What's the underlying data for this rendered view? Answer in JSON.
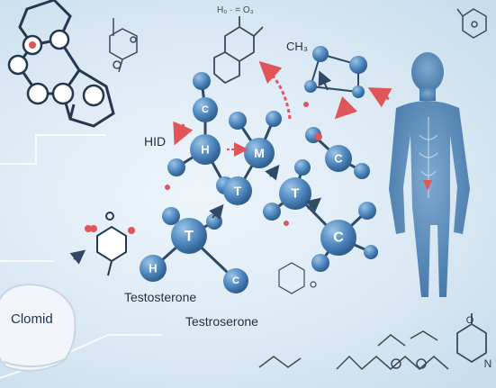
{
  "labels": {
    "testosterone": "Testosterone",
    "testroserone": "Testroserone",
    "hid": "HID",
    "ch3": "CH₃",
    "h0": "H₀ · = O₃",
    "clomid": "Clomid"
  },
  "atoms": {
    "c_top": "C",
    "h_mid": "H",
    "m": "M",
    "t_center": "T",
    "t_right": "T",
    "c_right": "C",
    "t_bottom": "T",
    "h_bottom": "H",
    "c_small": "C",
    "c_bigright": "C",
    "n_right": "N",
    "o_right": "O"
  },
  "colors": {
    "atom": "#4d86bd",
    "atom_dark": "#2f5f8e",
    "arrow_red": "#e0555a",
    "body": "#4f86b8",
    "line": "#2f4a66"
  }
}
